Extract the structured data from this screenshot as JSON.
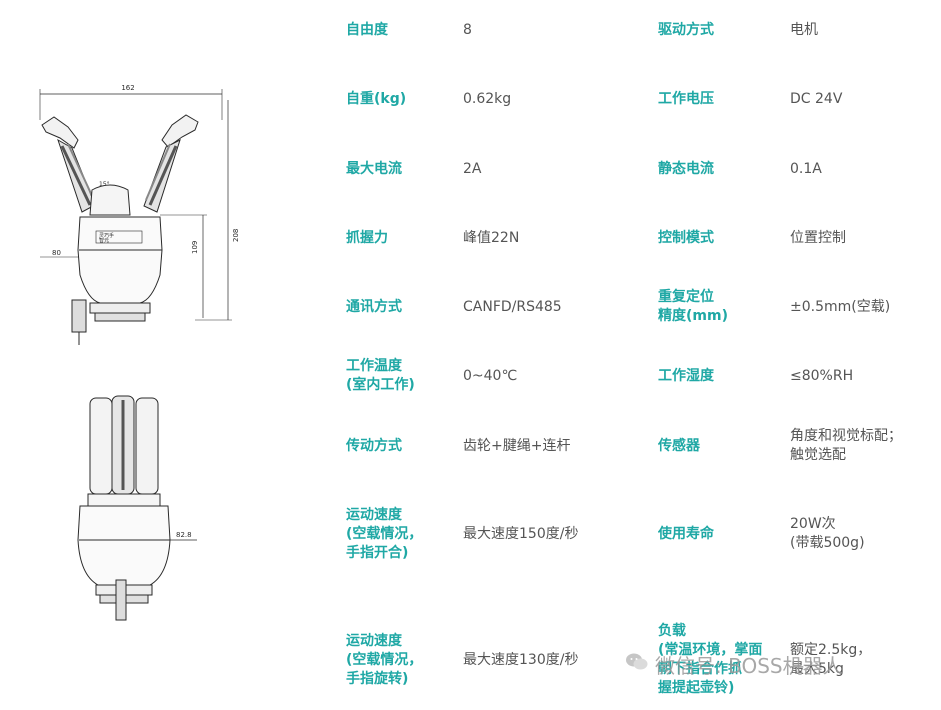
{
  "colors": {
    "label": "#1fa8a5",
    "value": "#555555",
    "line": "#2a2a2a",
    "watermark": "#9a9a9a"
  },
  "drawing": {
    "top": {
      "width_dim": "162",
      "height_dim_outer": "208",
      "height_dim_inner": "109",
      "left_dim": "80",
      "angle_dim": "15°",
      "logo_line1": "灵巧手",
      "logo_line2": "智元"
    },
    "bottom": {
      "width_dim": "82.8"
    }
  },
  "specs": [
    {
      "label": "自由度",
      "value": "8"
    },
    {
      "label": "驱动方式",
      "value": "电机"
    },
    {
      "label": "自重(kg)",
      "value": "0.62kg"
    },
    {
      "label": "工作电压",
      "value": "DC 24V"
    },
    {
      "label": "最大电流",
      "value": "2A"
    },
    {
      "label": "静态电流",
      "value": "0.1A"
    },
    {
      "label": "抓握力",
      "value": "峰值22N"
    },
    {
      "label": "控制模式",
      "value": "位置控制"
    },
    {
      "label": "通讯方式",
      "value": "CANFD/RS485"
    },
    {
      "label": "重复定位\n精度(mm)",
      "value": "±0.5mm(空载)"
    },
    {
      "label": "工作温度\n(室内工作)",
      "value": "0~40℃"
    },
    {
      "label": "工作湿度",
      "value": "≤80%RH"
    },
    {
      "label": "传动方式",
      "value": "齿轮+腱绳+连杆"
    },
    {
      "label": "传感器",
      "value": "角度和视觉标配；\n触觉选配"
    },
    {
      "label": "运动速度\n(空载情况，\n手指开合)",
      "value": "最大速度150度/秒"
    },
    {
      "label": "使用寿命",
      "value": "20W次\n(带载500g)"
    },
    {
      "label": "运动速度\n(空载情况，\n手指旋转)",
      "value": "最大速度130度/秒"
    },
    {
      "label": "负载\n(常温环境，掌面\n朝下指合作抓\n握提起壶铃)",
      "value": "额定2.5kg，\n最大5kg"
    }
  ],
  "watermark": {
    "text": "微信号: BOSS机器人"
  }
}
